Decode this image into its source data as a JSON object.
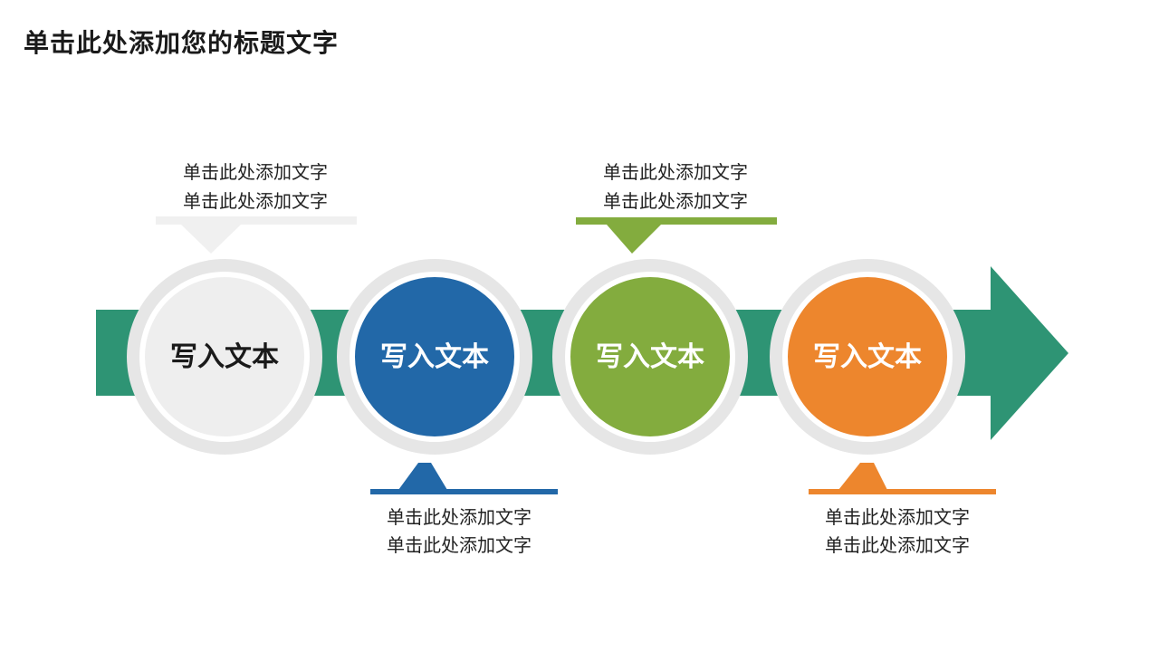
{
  "title": "单击此处添加您的标题文字",
  "colors": {
    "arrow": "#2E9474",
    "arrow_dark": "#2A8A6C",
    "ring_outer": "#E6E6E6",
    "gray": "#EEEEEE",
    "blue": "#2268A8",
    "green": "#83AC3E",
    "orange": "#ED862D"
  },
  "steps": [
    {
      "label": "写入文本",
      "color": "#EEEEEE",
      "text_color": "#1a1a1a",
      "callout": {
        "position": "top",
        "color": "#F0F0F0",
        "lines": [
          "单击此处添加文字",
          "单击此处添加文字"
        ]
      }
    },
    {
      "label": "写入文本",
      "color": "#2268A8",
      "text_color": "#ffffff",
      "callout": {
        "position": "bottom",
        "color": "#2268A8",
        "lines": [
          "单击此处添加文字",
          "单击此处添加文字"
        ]
      }
    },
    {
      "label": "写入文本",
      "color": "#83AC3E",
      "text_color": "#ffffff",
      "callout": {
        "position": "top",
        "color": "#83AC3E",
        "lines": [
          "单击此处添加文字",
          "单击此处添加文字"
        ]
      }
    },
    {
      "label": "写入文本",
      "color": "#ED862D",
      "text_color": "#ffffff",
      "callout": {
        "position": "bottom",
        "color": "#ED862D",
        "lines": [
          "单击此处添加文字",
          "单击此处添加文字"
        ]
      }
    }
  ]
}
